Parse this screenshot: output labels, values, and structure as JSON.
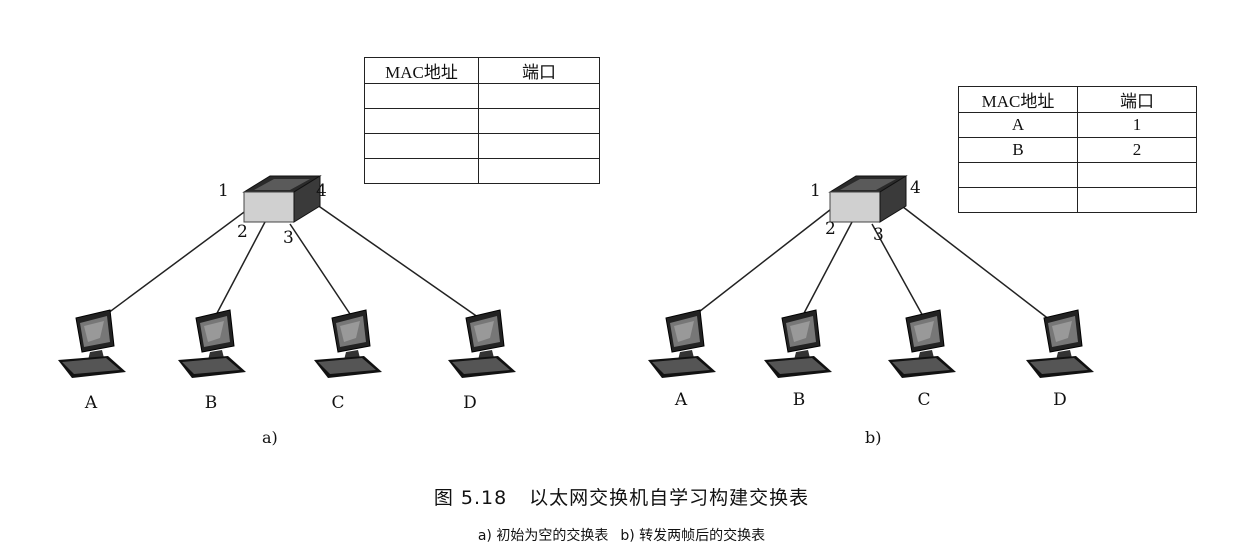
{
  "table_headers": {
    "mac": "MAC地址",
    "port": "端口"
  },
  "panel_a": {
    "label": "a)",
    "ports": [
      "1",
      "2",
      "3",
      "4"
    ],
    "hosts": [
      "A",
      "B",
      "C",
      "D"
    ],
    "table_rows": [
      [
        "",
        ""
      ],
      [
        "",
        ""
      ],
      [
        "",
        ""
      ],
      [
        "",
        ""
      ]
    ]
  },
  "panel_b": {
    "label": "b)",
    "ports": [
      "1",
      "2",
      "3",
      "4"
    ],
    "hosts": [
      "A",
      "B",
      "C",
      "D"
    ],
    "table_rows": [
      [
        "A",
        "1"
      ],
      [
        "B",
        "2"
      ],
      [
        "",
        ""
      ],
      [
        "",
        ""
      ]
    ]
  },
  "caption": {
    "number": "图 5.18",
    "title": "以太网交换机自学习构建交换表"
  },
  "subcaption": {
    "a": "a) 初始为空的交换表",
    "b": "b) 转发两帧后的交换表"
  }
}
